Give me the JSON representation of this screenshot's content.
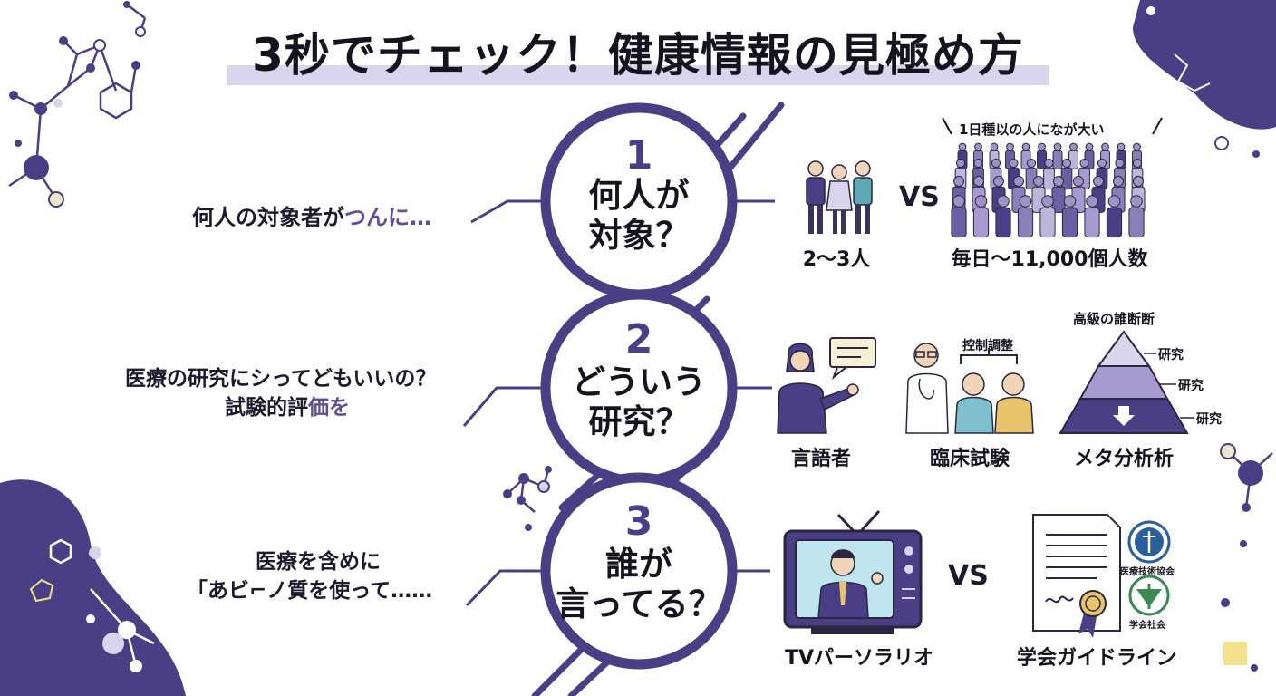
{
  "title": "3秒でチェック！健康情報の見極め方",
  "sections": [
    {
      "number": "1",
      "question_lines": [
        "何人が",
        "対象？"
      ],
      "left_text_plain": "何人の対象者が",
      "left_text_accent": "つんに…",
      "small_group_label": "2〜3人",
      "vs": "VS",
      "crowd_caption": "1日種以の人になが大い",
      "crowd_label": "毎日〜11,000個人数"
    },
    {
      "number": "2",
      "question_lines": [
        "どういう",
        "研究？"
      ],
      "left_line1": "医療の研究にシってどもいいの？",
      "left_line2_plain": "試験的評",
      "left_line2_accent": "価を",
      "speaker_label": "言語者",
      "control_caption": "控制調整",
      "trial_label": "臨床試験",
      "pyramid_caption": "高級の誰断断",
      "pyramid_levels": [
        "研究",
        "研究",
        "研究"
      ],
      "pyramid_label": "メタ分析析"
    },
    {
      "number": "3",
      "question_lines": [
        "誰が",
        "言ってる？"
      ],
      "left_line1": "医療を含めに",
      "left_line2": "「あビ⌐ノ質を使って……",
      "tv_label": "TVパーソラリオ",
      "vs": "VS",
      "seal_1_label": "医療技術協会",
      "seal_2_label": "学会社会",
      "guideline_label": "学会ガイドライン"
    }
  ],
  "colors": {
    "primary": "#4a3f84",
    "accent": "#5d4f9e",
    "light": "#d9d5ec",
    "yellow": "#f2e08a"
  }
}
